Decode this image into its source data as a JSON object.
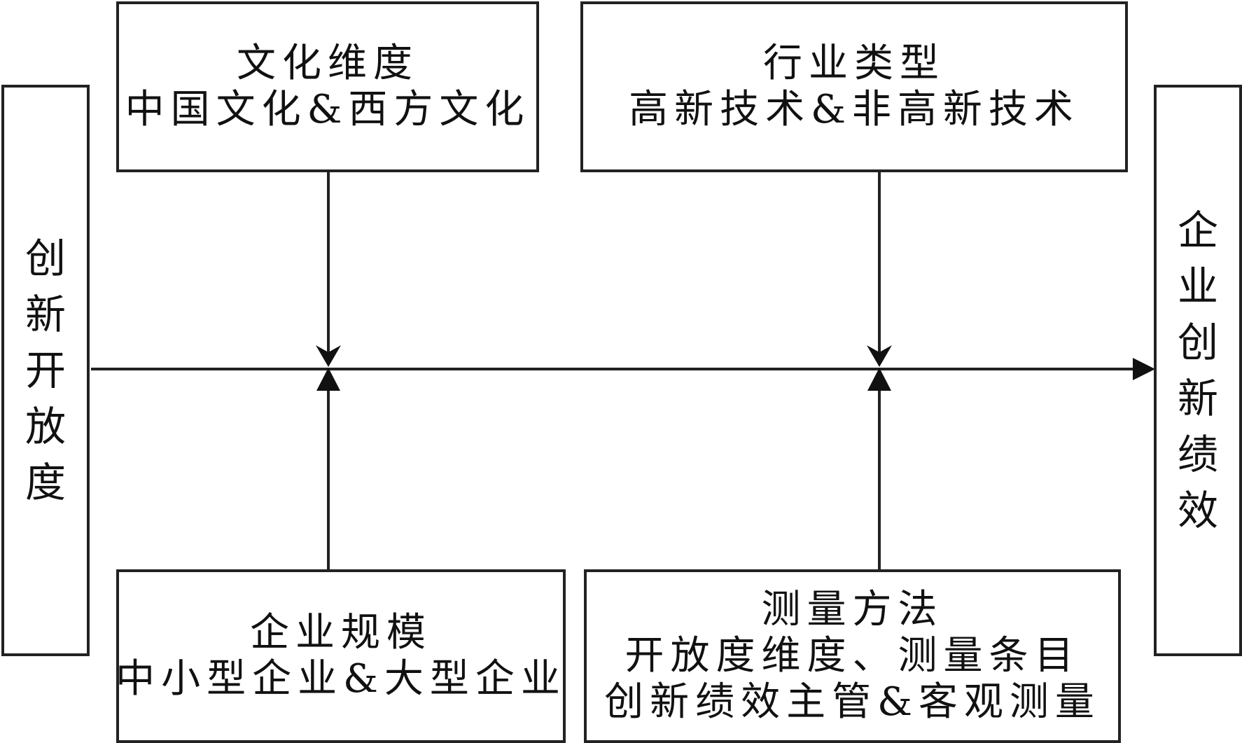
{
  "left_box": {
    "chars": [
      "创",
      "新",
      "开",
      "放",
      "度"
    ]
  },
  "right_box": {
    "chars": [
      "企",
      "业",
      "创",
      "新",
      "绩",
      "效"
    ]
  },
  "top_left_box": {
    "line1": "文化维度",
    "line2": "中国文化&西方文化"
  },
  "top_right_box": {
    "line1": "行业类型",
    "line2": "高新技术&非高新技术"
  },
  "bottom_left_box": {
    "line1": "企业规模",
    "line2": "中小型企业&大型企业"
  },
  "bottom_right_box": {
    "line1": "测量方法",
    "line2": "开放度维度、测量条目",
    "line3": "创新绩效主管&客观测量"
  },
  "colors": {
    "stroke": "#222222",
    "text": "#111111",
    "background": "#ffffff"
  }
}
